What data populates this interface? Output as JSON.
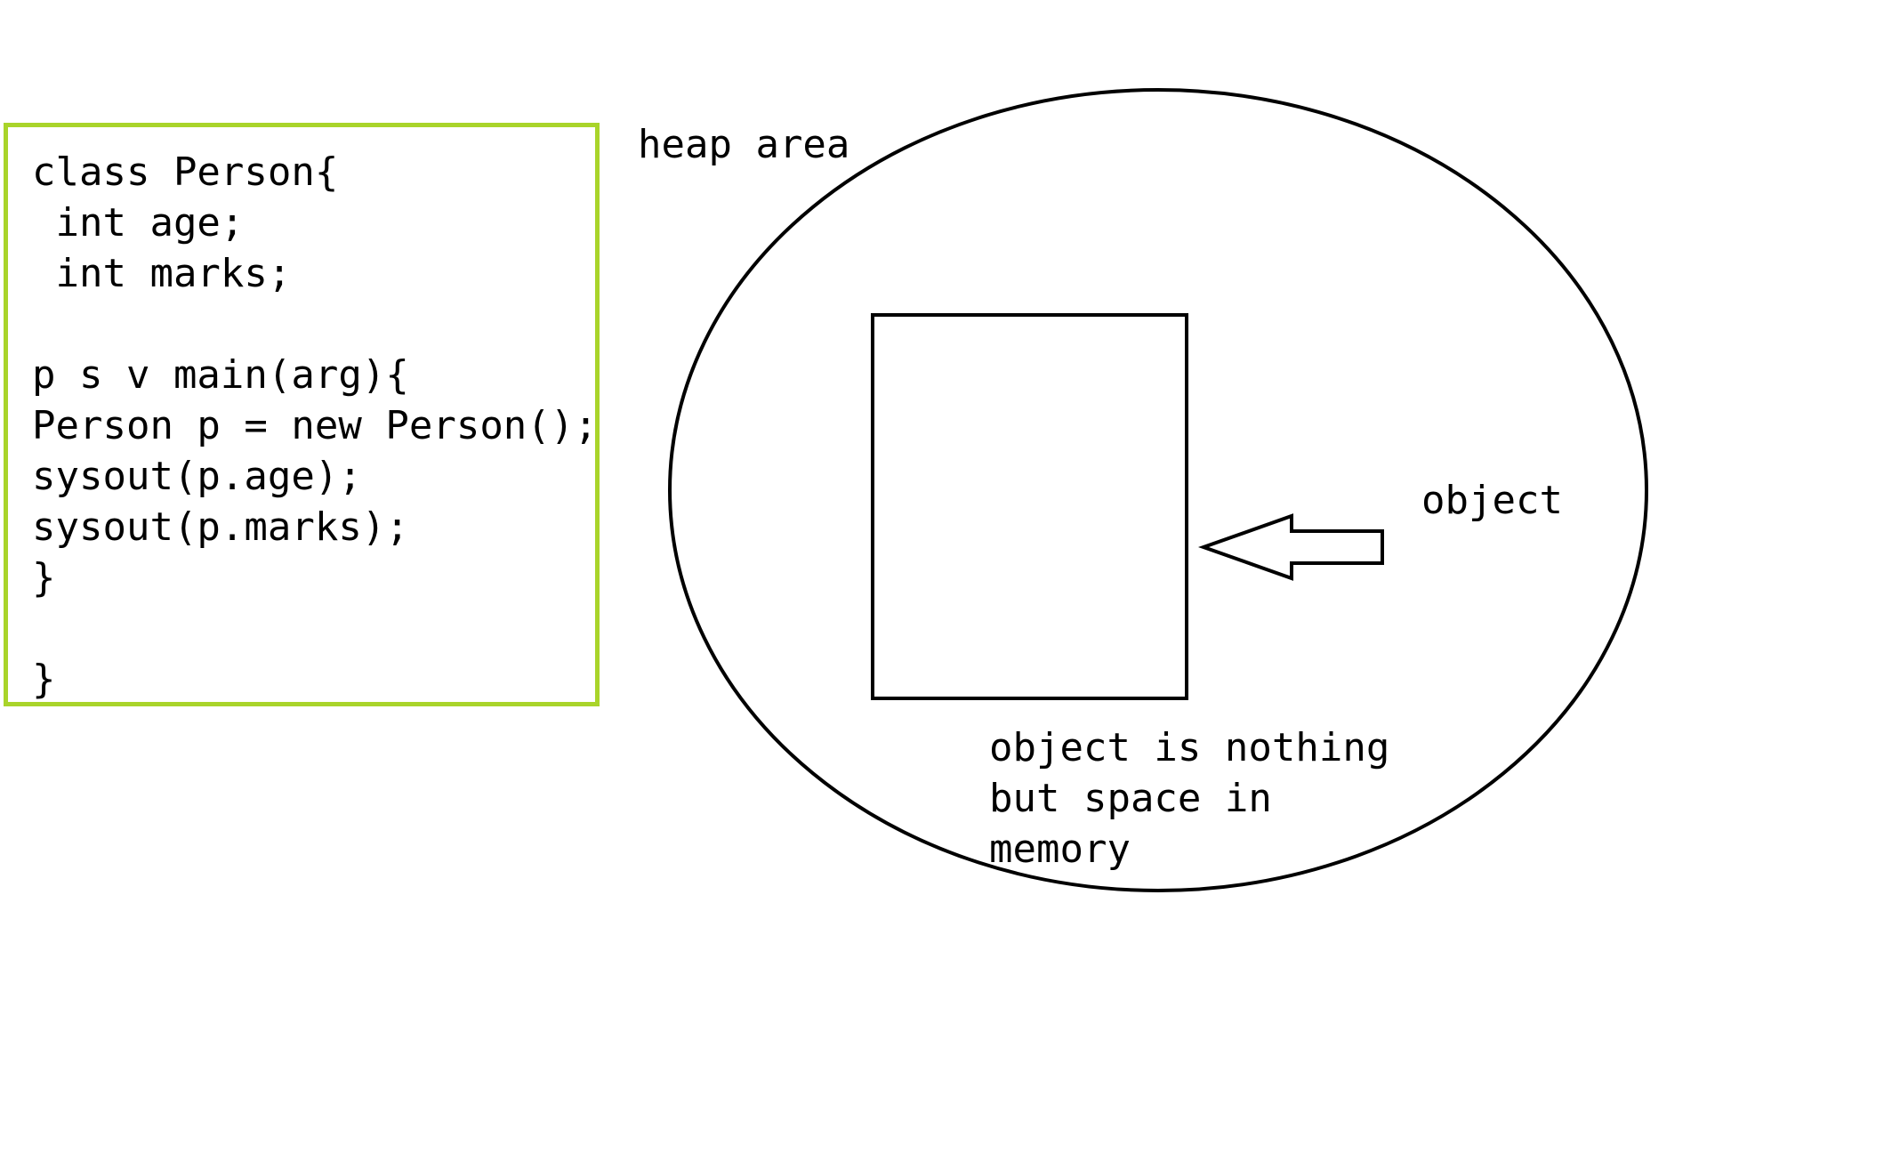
{
  "code_block": {
    "lines": [
      "class Person{",
      " int age;",
      " int marks;",
      "",
      "p s v main(arg){",
      "Person p = new Person();",
      "sysout(p.age);",
      "sysout(p.marks);",
      "}",
      "",
      "}"
    ],
    "border_color": "#a9d42a"
  },
  "heap": {
    "label": "heap area"
  },
  "object_label": "object",
  "description": {
    "lines": [
      "object is nothing",
      "but space in",
      "memory"
    ]
  }
}
